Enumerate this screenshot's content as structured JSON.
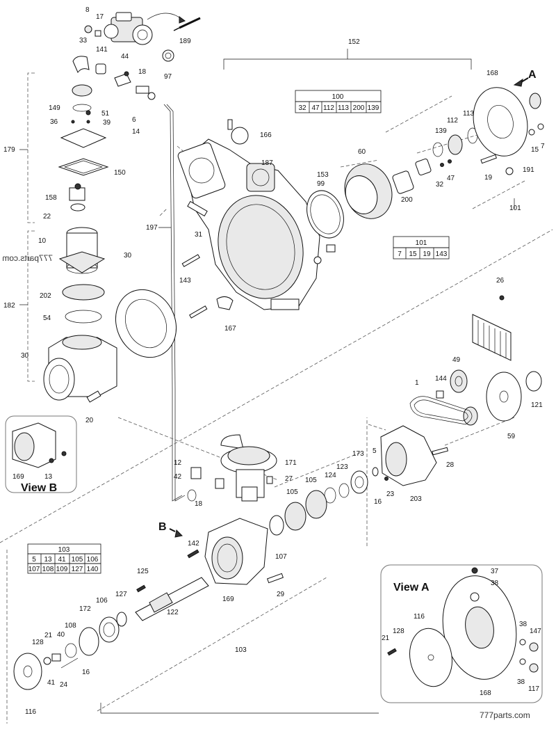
{
  "watermark": "777parts.com",
  "watermark_mirrored": "777parts.com",
  "views": {
    "view_a": "View A",
    "view_b": "View B",
    "arrow_a": "A",
    "arrow_b": "B"
  },
  "tables": {
    "t100": {
      "header": "100",
      "rows": [
        [
          "32",
          "47",
          "112",
          "113",
          "200",
          "139"
        ]
      ]
    },
    "t101": {
      "header": "101",
      "rows": [
        [
          "7",
          "15",
          "19",
          "143"
        ]
      ]
    },
    "t103": {
      "header": "103",
      "rows": [
        [
          "5",
          "13",
          "41",
          "105",
          "106"
        ],
        [
          "107",
          "108",
          "109",
          "127",
          "140"
        ]
      ]
    }
  },
  "labels": {
    "l8": "8",
    "l17": "17",
    "l189": "189",
    "l33": "33",
    "l141": "141",
    "l44": "44",
    "l97": "97",
    "l18a": "18",
    "l149": "149",
    "l51": "51",
    "l36": "36",
    "l39": "39",
    "l6": "6",
    "l14": "14",
    "l179": "179",
    "l150": "150",
    "l158": "158",
    "l22": "22",
    "l10": "10",
    "l30a": "30",
    "l182": "182",
    "l202": "202",
    "l54": "54",
    "l30b": "30",
    "l20": "20",
    "l152": "152",
    "l166": "166",
    "l187": "187",
    "l197": "197",
    "l31": "31",
    "l143": "143",
    "l167": "167",
    "l153": "153",
    "l99": "99",
    "l60": "60",
    "l200": "200",
    "l139": "139",
    "l112": "112",
    "l113": "113",
    "l32": "32",
    "l47": "47",
    "l168a": "168",
    "l15": "15",
    "l7": "7",
    "l19": "19",
    "l191": "191",
    "l101": "101",
    "l26": "26",
    "l49": "49",
    "l144": "144",
    "l1": "1",
    "l121": "121",
    "l59": "59",
    "l28": "28",
    "l12": "12",
    "l42": "42",
    "l171": "171",
    "l27": "27",
    "l18b": "18",
    "l173": "173",
    "l5": "5",
    "l123": "123",
    "l124": "124",
    "l105a": "105",
    "l105b": "105",
    "l16a": "16",
    "l23": "23",
    "l203": "203",
    "l169a": "169",
    "l13": "13",
    "l142": "142",
    "l107": "107",
    "l29": "29",
    "l125": "125",
    "l127": "127",
    "l106": "106",
    "l172": "172",
    "l122": "122",
    "l169b": "169",
    "l108": "108",
    "l21a": "21",
    "l40": "40",
    "l128a": "128",
    "l41": "41",
    "l24": "24",
    "l16b": "16",
    "l116a": "116",
    "l103": "103",
    "l37": "37",
    "l38a": "38",
    "l116b": "116",
    "l21b": "21",
    "l128b": "128",
    "l38b": "38",
    "l147": "147",
    "l38c": "38",
    "l117": "117",
    "l168b": "168"
  }
}
